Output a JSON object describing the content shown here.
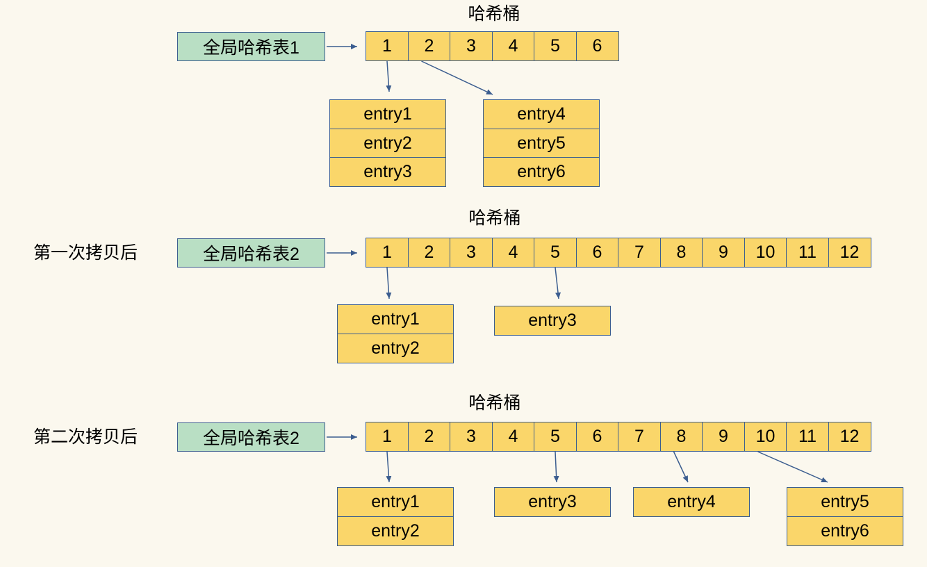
{
  "bucket_title": "哈希桶",
  "sections": [
    {
      "step_label": "",
      "table_label": "全局哈希表1",
      "buckets": [
        "1",
        "2",
        "3",
        "4",
        "5",
        "6"
      ],
      "groups": [
        {
          "bucket": 0,
          "entries": [
            "entry1",
            "entry2",
            "entry3"
          ]
        },
        {
          "bucket": 1,
          "entries": [
            "entry4",
            "entry5",
            "entry6"
          ]
        }
      ]
    },
    {
      "step_label": "第一次拷贝后",
      "table_label": "全局哈希表2",
      "buckets": [
        "1",
        "2",
        "3",
        "4",
        "5",
        "6",
        "7",
        "8",
        "9",
        "10",
        "11",
        "12"
      ],
      "groups": [
        {
          "bucket": 0,
          "entries": [
            "entry1",
            "entry2"
          ]
        },
        {
          "bucket": 4,
          "entries": [
            "entry3"
          ]
        }
      ]
    },
    {
      "step_label": "第二次拷贝后",
      "table_label": "全局哈希表2",
      "buckets": [
        "1",
        "2",
        "3",
        "4",
        "5",
        "6",
        "7",
        "8",
        "9",
        "10",
        "11",
        "12"
      ],
      "groups": [
        {
          "bucket": 0,
          "entries": [
            "entry1",
            "entry2"
          ]
        },
        {
          "bucket": 4,
          "entries": [
            "entry3"
          ]
        },
        {
          "bucket": 7,
          "entries": [
            "entry4"
          ]
        },
        {
          "bucket": 9,
          "entries": [
            "entry5",
            "entry6"
          ]
        }
      ]
    }
  ],
  "colors": {
    "table_fill": "#b9dfc4",
    "bucket_fill": "#fad66a",
    "stroke": "#3b5d8f",
    "background": "#fbf8ee"
  }
}
